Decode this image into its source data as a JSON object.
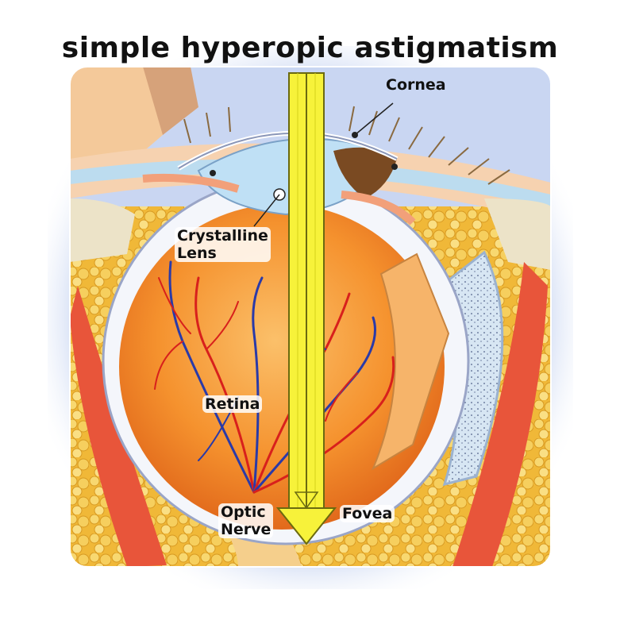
{
  "title": "simple hyperopic astigmatism",
  "labels": {
    "cornea": "Cornea",
    "lens_line1": "Crystalline",
    "lens_line2": "Lens",
    "retina": "Retina",
    "optic_line1": "Optic",
    "optic_line2": "Nerve",
    "fovea": "Fovea"
  },
  "colors": {
    "frame_glow": "#c9d6f2",
    "skin": "#f2c9a0",
    "fat": "#f2c24a",
    "eyeball_fill": "#f08a2a",
    "sclera": "#f4f6fb",
    "vessel_red": "#d8201c",
    "vessel_blue": "#2a3aa8",
    "arrow_yellow": "#f7f23a",
    "muscle": "#e8553a",
    "lens_blue": "#bfe0f5"
  }
}
